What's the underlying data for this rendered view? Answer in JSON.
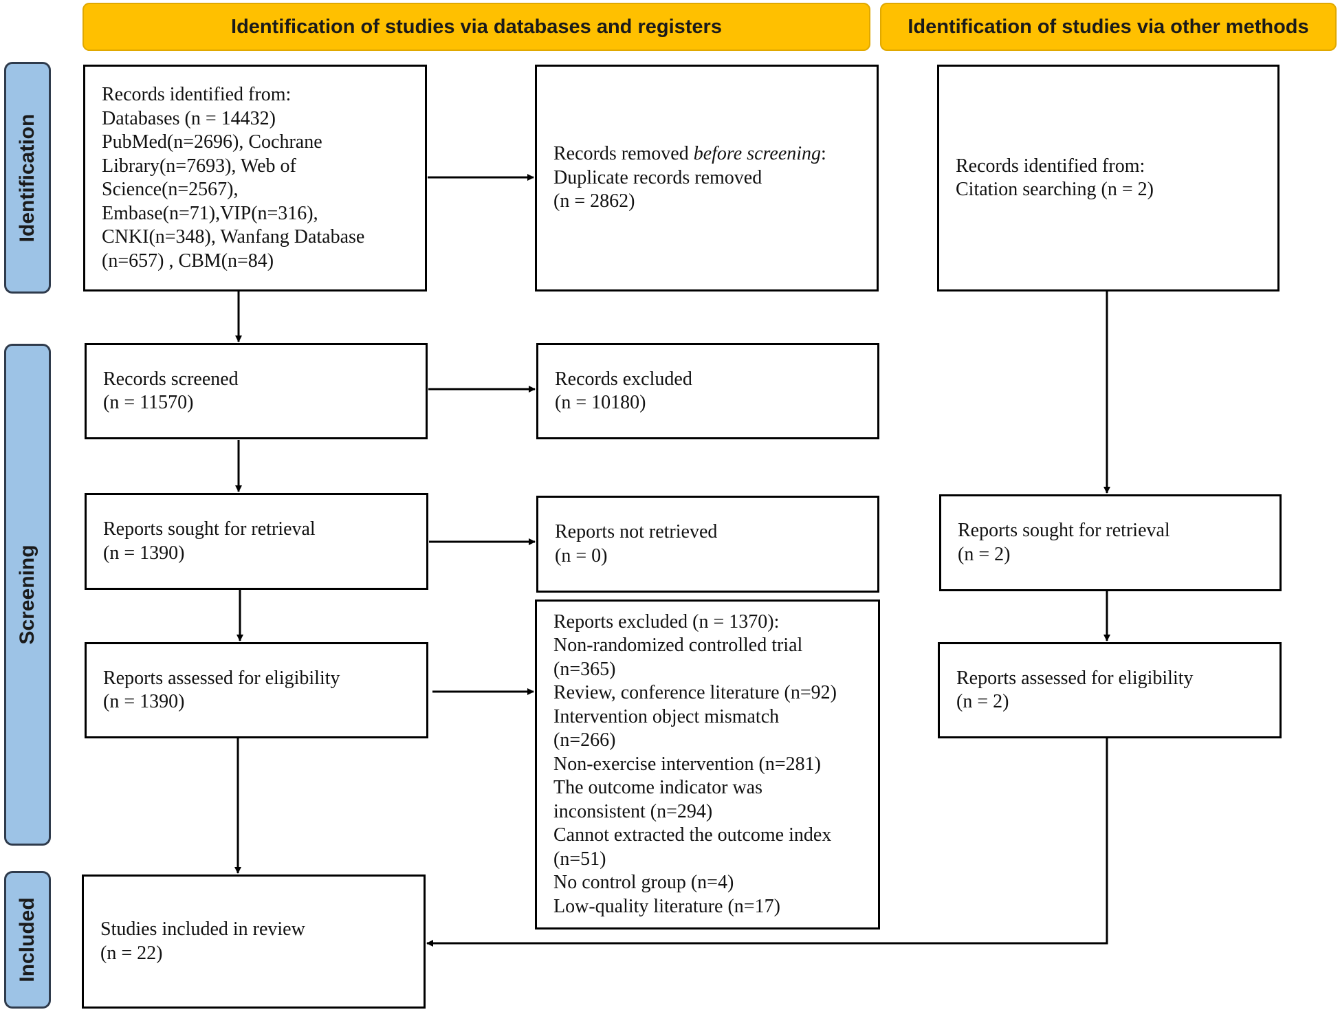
{
  "headers": {
    "databases": "Identification of studies via databases and registers",
    "other": "Identification of studies via other methods"
  },
  "phases": {
    "identification": "Identification",
    "screening": "Screening",
    "included": "Included"
  },
  "boxes": {
    "records_identified": [
      "Records identified from:",
      "Databases (n = 14432)",
      "PubMed(n=2696), Cochrane",
      "Library(n=7693), Web of",
      "Science(n=2567),",
      "Embase(n=71),VIP(n=316),",
      "CNKI(n=348), Wanfang Database",
      "(n=657) , CBM(n=84)"
    ],
    "records_removed": {
      "prefix": "Records removed ",
      "emphasis": "before screening",
      "suffix": ":",
      "lines": [
        "Duplicate records removed",
        "(n = 2862)"
      ]
    },
    "citation_identified": [
      "Records identified from:",
      "Citation searching (n = 2)"
    ],
    "records_screened": [
      "Records screened",
      "(n = 11570)"
    ],
    "records_excluded": [
      "Records excluded",
      "(n = 10180)"
    ],
    "reports_sought": [
      "Reports sought for retrieval",
      "(n = 1390)"
    ],
    "reports_not_retrieved": [
      "Reports not retrieved",
      "(n = 0)"
    ],
    "reports_sought_other": [
      "Reports sought for retrieval",
      "(n = 2)"
    ],
    "reports_assessed": [
      "Reports assessed for eligibility",
      "(n = 1390)"
    ],
    "reports_excluded": [
      "Reports excluded (n = 1370):",
      "Non-randomized controlled trial",
      "(n=365)",
      "Review, conference literature (n=92)",
      "Intervention object mismatch",
      "(n=266)",
      "Non-exercise intervention (n=281)",
      "The outcome indicator was",
      "inconsistent (n=294)",
      "Cannot extracted the outcome index",
      "(n=51)",
      "No control group (n=4)",
      "Low-quality literature (n=17)"
    ],
    "reports_assessed_other": [
      "Reports assessed for eligibility",
      "(n = 2)"
    ],
    "studies_included": [
      "Studies included in review",
      "(n = 22)"
    ]
  }
}
